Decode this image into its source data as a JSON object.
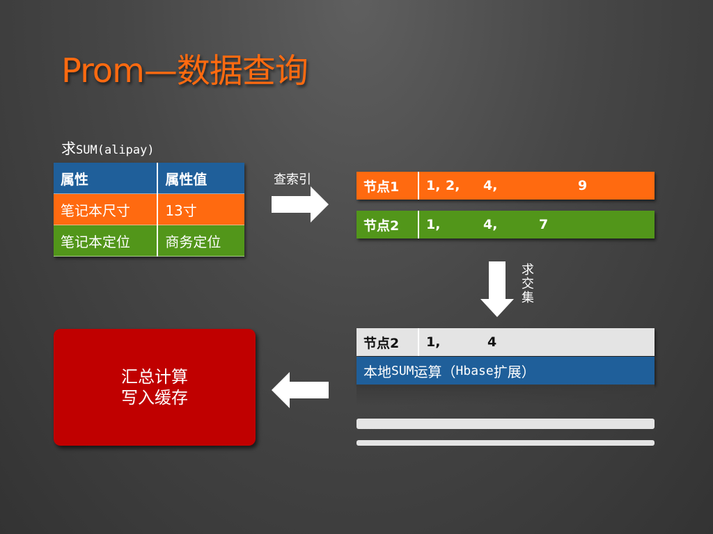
{
  "title": "Prom—数据查询",
  "query": {
    "prefix": "求",
    "expr": "SUM(alipay)"
  },
  "attr_table": {
    "headers": [
      "属性",
      "属性值"
    ],
    "rows": [
      [
        "笔记本尺寸",
        "13寸"
      ],
      [
        "笔记本定位",
        "商务定位"
      ]
    ]
  },
  "index_label": "查索引",
  "nodes": [
    {
      "label": "节点1",
      "values": [
        "1,",
        "2,",
        "4,",
        "9"
      ]
    },
    {
      "label": "节点2",
      "values": [
        "1,",
        "4,",
        "7"
      ]
    }
  ],
  "intersect_label": "求交集",
  "result_node": {
    "label": "节点2",
    "values": [
      "1,",
      "4"
    ]
  },
  "local_calc": {
    "prefix": "本地",
    "expr": "SUM",
    "mid": "运算（",
    "hbase": "Hbase",
    "suffix": "扩展）"
  },
  "summary_box": {
    "line1": "汇总计算",
    "line2": "写入缓存"
  },
  "colors": {
    "orange": "#ff6a10",
    "green": "#52961a",
    "blue": "#1f5f9a",
    "red": "#c00000",
    "light": "#e4e4e4"
  }
}
